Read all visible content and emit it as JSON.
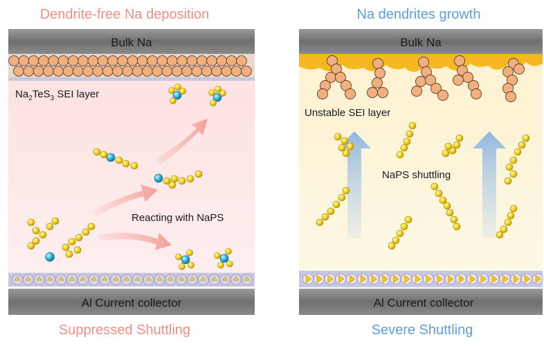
{
  "left": {
    "title": "Dendrite-free Na deposition",
    "top_bar": "Bulk Na",
    "sei_label_prefix": "Na",
    "sei_sub1": "2",
    "sei_mid": "TeS",
    "sei_sub2": "3",
    "sei_suffix": " SEI layer",
    "reaction_label": "Reacting with NaPS",
    "bottom_bar": "Al Current collector",
    "footer": "Suppressed Shuttling"
  },
  "right": {
    "title": "Na dendrites growth",
    "top_bar": "Bulk Na",
    "sei_label": "Unstable SEI layer",
    "shuttle_label": "NaPS shuttling",
    "bottom_bar": "Al Current collector",
    "footer": "Severe Shuttling"
  },
  "colors": {
    "title_left": "#ef8f86",
    "title_right": "#5f9fd6",
    "bar_gray": "#7a7a7a",
    "na_sphere": "#f3b07f",
    "sulfur": "#f2d21c",
    "tellurium": "#2ab0d8",
    "left_bg": "#fdeceb",
    "right_bg": "#fdf7e0"
  }
}
